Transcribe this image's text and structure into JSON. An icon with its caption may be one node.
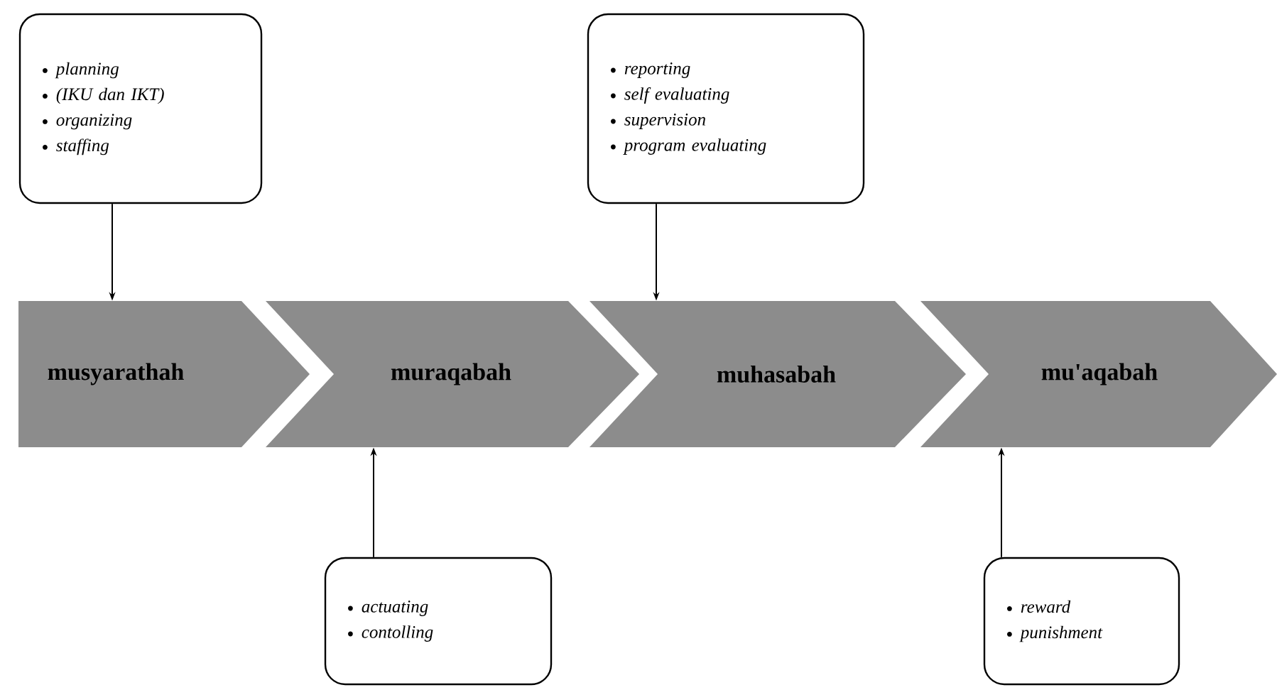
{
  "diagram": {
    "nodes": [
      {
        "text": [
          "planning",
          "(IKU dan IKT)",
          "organizing",
          "staffing"
        ]
      },
      {
        "text": [
          "reporting",
          "self evaluating",
          "supervision",
          "program evaluating"
        ]
      },
      {
        "text": [
          "musyarathah"
        ]
      },
      {
        "text": [
          "muraqabah"
        ]
      },
      {
        "text": [
          "muhasabah"
        ]
      },
      {
        "text": [
          "mu'aqabah"
        ]
      },
      {
        "text": [
          "actuating",
          "contolling"
        ]
      },
      {
        "text": [
          "reward",
          "punishment"
        ]
      }
    ],
    "edges": [
      {
        "from": 0,
        "to": 2,
        "arrow": "to"
      },
      {
        "from": 1,
        "to": 4,
        "arrow": "to"
      },
      {
        "from": 6,
        "to": 3,
        "arrow": "to"
      },
      {
        "from": 7,
        "to": 5,
        "arrow": "to"
      }
    ]
  }
}
